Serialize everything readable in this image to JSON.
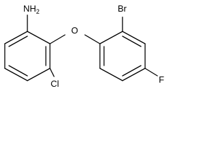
{
  "molecule": {
    "atoms": {
      "amine": {
        "element": "N",
        "hydrogens": "H",
        "count": "2"
      },
      "ether_oxygen": "O",
      "chlorine": "Cl",
      "bromine": "Br",
      "fluorine": "F"
    }
  }
}
